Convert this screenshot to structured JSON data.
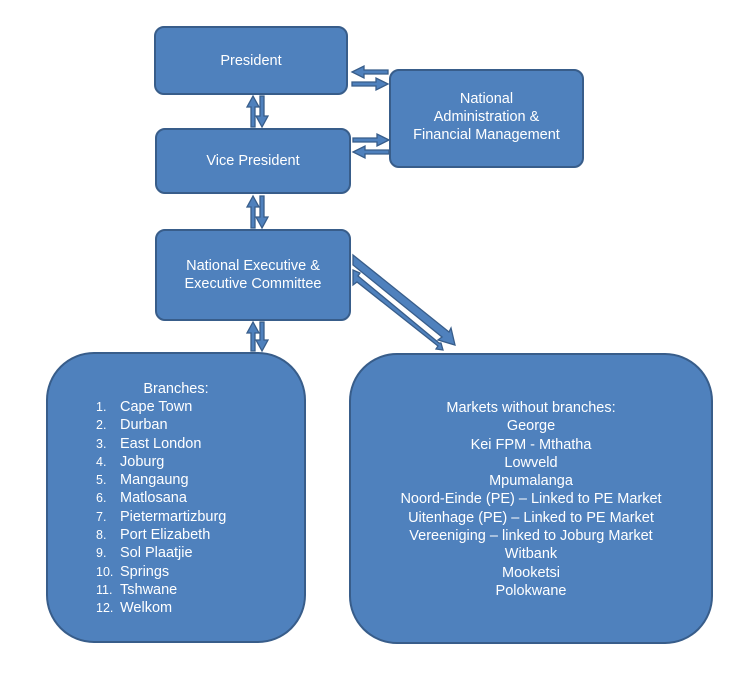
{
  "colors": {
    "box_fill": "#4f81bd",
    "box_border": "#385d8a",
    "text": "#ffffff",
    "arrow_fill": "#4f81bd",
    "arrow_stroke": "#385d8a"
  },
  "president": {
    "label": "President"
  },
  "nafm": {
    "lines": [
      "National",
      "Administration &",
      "Financial Management"
    ]
  },
  "vice_president": {
    "label": "Vice President"
  },
  "nec": {
    "lines": [
      "National Executive &",
      "Executive Committee"
    ]
  },
  "branches": {
    "title": "Branches:",
    "items": [
      {
        "num": "1.",
        "name": "Cape Town"
      },
      {
        "num": "2.",
        "name": "Durban"
      },
      {
        "num": "3.",
        "name": "East London"
      },
      {
        "num": "4.",
        "name": "Joburg"
      },
      {
        "num": "5.",
        "name": "Mangaung"
      },
      {
        "num": "6.",
        "name": "Matlosana"
      },
      {
        "num": "7.",
        "name": "Pietermartizburg"
      },
      {
        "num": "8.",
        "name": "Port Elizabeth"
      },
      {
        "num": "9.",
        "name": "Sol Plaatjie"
      },
      {
        "num": "10.",
        "name": "Springs"
      },
      {
        "num": "11.",
        "name": "Tshwane"
      },
      {
        "num": "12.",
        "name": "Welkom"
      }
    ]
  },
  "markets": {
    "title": "Markets without branches:",
    "items": [
      "George",
      "Kei FPM - Mthatha",
      "Lowveld",
      "Mpumalanga",
      "Noord-Einde (PE) – Linked to PE Market",
      "Uitenhage (PE) – Linked to PE Market",
      "Vereeniging – linked to Joburg Market",
      "Witbank",
      "Mooketsi",
      "Polokwane"
    ]
  }
}
